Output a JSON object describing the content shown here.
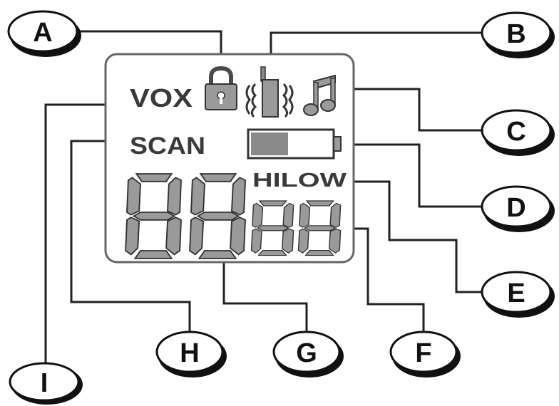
{
  "display": {
    "vox": "VOX",
    "scan": "SCAN",
    "hilow": "HILOW"
  },
  "icons": {
    "lock": "lock-icon",
    "transmit": "transmit-icon",
    "music": "music-note-icon",
    "battery": "battery-icon",
    "channel_digits": "seven-segment-digits",
    "sub_digits": "small-seven-segment-digits"
  },
  "callouts": [
    "A",
    "B",
    "C",
    "D",
    "E",
    "F",
    "G",
    "H",
    "I"
  ],
  "colors": {
    "lcd_border": "#666666",
    "segment_fill": "#9a9a9a",
    "text": "#3a3a3a"
  }
}
